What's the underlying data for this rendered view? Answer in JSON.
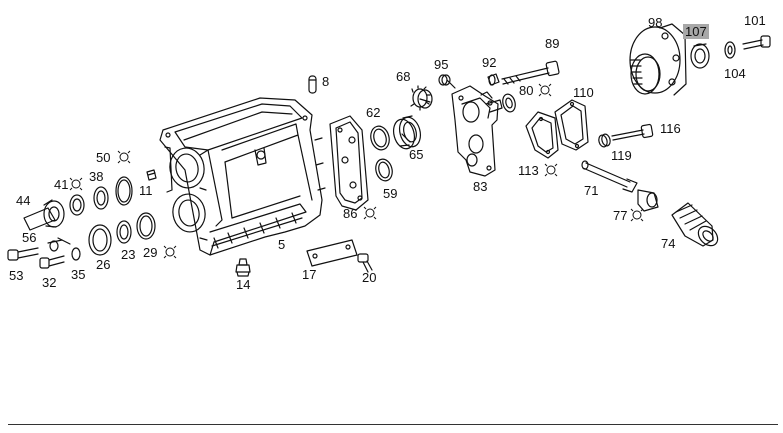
{
  "labels": {
    "p5": "5",
    "p8": "8",
    "p11": "11",
    "p14": "14",
    "p17": "17",
    "p20": "20",
    "p23": "23",
    "p26": "26",
    "p29": "29",
    "p32": "32",
    "p35": "35",
    "p38": "38",
    "p41": "41",
    "p44": "44",
    "p50": "50",
    "p53": "53",
    "p56": "56",
    "p59": "59",
    "p62": "62",
    "p65": "65",
    "p68": "68",
    "p71": "71",
    "p74": "74",
    "p77": "77",
    "p80": "80",
    "p83": "83",
    "p86": "86",
    "p89": "89",
    "p92": "92",
    "p95": "95",
    "p98": "98",
    "p101": "101",
    "p104": "104",
    "p107": "107",
    "p110": "110",
    "p113": "113",
    "p116": "116",
    "p119": "119"
  },
  "highlighted_part": "107"
}
